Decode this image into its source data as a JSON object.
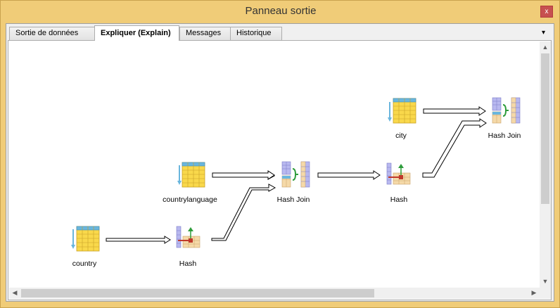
{
  "window": {
    "title": "Panneau sortie",
    "close_glyph": "x"
  },
  "tabs": [
    {
      "label": "Sortie de données"
    },
    {
      "label": "Expliquer (Explain)"
    },
    {
      "label": "Messages"
    },
    {
      "label": "Historique"
    }
  ],
  "tab_menu_glyph": "▾",
  "diagram": {
    "nodes": [
      {
        "label": "country",
        "icon": "table-scan-icon"
      },
      {
        "label": "Hash",
        "icon": "hash-icon"
      },
      {
        "label": "countrylanguage",
        "icon": "table-scan-icon"
      },
      {
        "label": "Hash Join",
        "icon": "hash-join-icon"
      },
      {
        "label": "Hash",
        "icon": "hash-icon"
      },
      {
        "label": "city",
        "icon": "table-scan-icon"
      },
      {
        "label": "Hash Join",
        "icon": "hash-join-icon"
      }
    ]
  },
  "scroll": {
    "up": "▲",
    "down": "▼",
    "left": "◀",
    "right": "▶"
  },
  "colors": {
    "table_fill": "#f9d84b",
    "table_header": "#6ab6dd",
    "frame": "#f0cc78",
    "close": "#c75050"
  }
}
